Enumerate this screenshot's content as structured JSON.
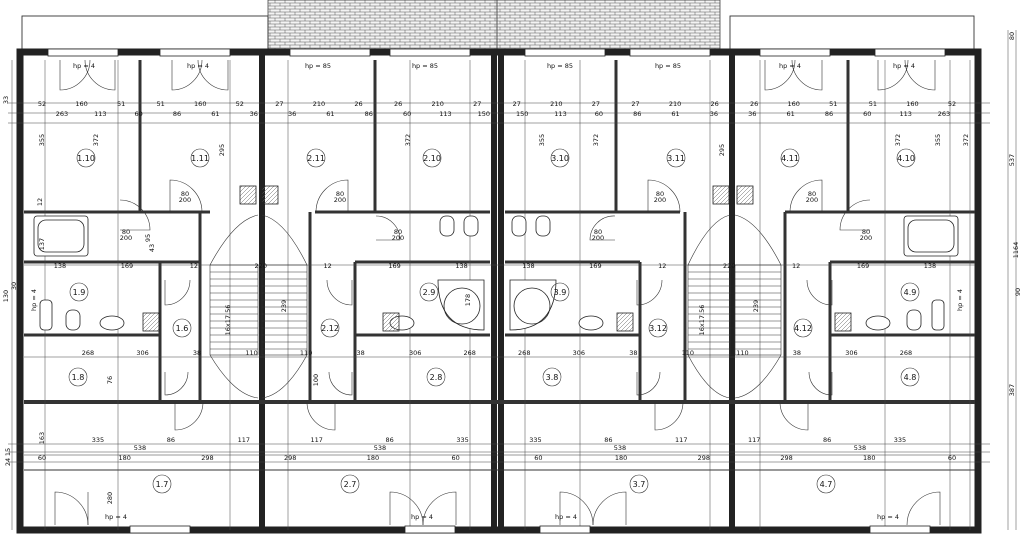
{
  "rooms": {
    "r1_10": "1.10",
    "r1_11": "1.11",
    "r2_11": "2.11",
    "r2_10": "2.10",
    "r3_10": "3.10",
    "r3_11": "3.11",
    "r4_11": "4.11",
    "r4_10": "4.10",
    "r1_9": "1.9",
    "r1_6": "1.6",
    "r2_12": "2.12",
    "r2_9": "2.9",
    "r3_9": "3.9",
    "r3_12": "3.12",
    "r4_12": "4.12",
    "r4_9": "4.9",
    "r1_8": "1.8",
    "r2_8": "2.8",
    "r3_8": "3.8",
    "r4_8": "4.8",
    "r1_7": "1.7",
    "r2_7": "2.7",
    "r3_7": "3.7",
    "r4_7": "4.7"
  },
  "window_marks": {
    "w1": "hp = 4",
    "w2": "hp = 4",
    "w3": "hp = 85",
    "w4": "hp = 85",
    "w5": "hp = 85",
    "w6": "hp = 85",
    "w7": "hp = 4",
    "w8": "hp = 4",
    "w9": "hp = 4",
    "w10": "hp = 4",
    "w11": "hp = 4",
    "w12": "hp = 4",
    "w13": "hp = 4",
    "w14": "hp = 4"
  },
  "dimensions": {
    "top_row_a": [
      "52",
      "160",
      "51",
      "51",
      "160",
      "52",
      "27",
      "210",
      "26",
      "26",
      "210",
      "27",
      "27",
      "210",
      "27",
      "27",
      "210",
      "26",
      "26",
      "160",
      "51",
      "51",
      "160",
      "52"
    ],
    "top_row_b": [
      "263",
      "113",
      "60",
      "86",
      "61",
      "36",
      "36",
      "61",
      "86",
      "60",
      "113",
      "150",
      "150",
      "113",
      "60",
      "86",
      "61",
      "36",
      "36",
      "61",
      "86",
      "60",
      "113",
      "263"
    ],
    "heights_top": [
      "355",
      "372",
      "295",
      "372",
      "355",
      "372",
      "295",
      "372",
      "355",
      "372"
    ],
    "door_sizes": [
      "80",
      "200",
      "80",
      "200",
      "80",
      "200",
      "80",
      "200",
      "80",
      "200",
      "80",
      "200",
      "80",
      "200",
      "80",
      "200"
    ],
    "mid_row": [
      "138",
      "169",
      "12",
      "220",
      "12",
      "169",
      "138",
      "138",
      "169",
      "12",
      "220",
      "12",
      "169",
      "138"
    ],
    "mid_row_2": [
      "268",
      "306",
      "38",
      "110",
      "110",
      "38",
      "306",
      "268",
      "268",
      "306",
      "38",
      "110",
      "110",
      "38",
      "306",
      "268"
    ],
    "bottom_row_a": [
      "335",
      "86",
      "117",
      "117",
      "86",
      "335",
      "335",
      "86",
      "117",
      "117",
      "86",
      "335"
    ],
    "bottom_row_b": [
      "538",
      "538",
      "538",
      "538"
    ],
    "bottom_row_c": [
      "60",
      "180",
      "298",
      "298",
      "180",
      "60",
      "60",
      "180",
      "298",
      "298",
      "180",
      "60"
    ],
    "stair": [
      "16x17.56",
      "239",
      "16x17.56",
      "239"
    ],
    "misc": [
      "43",
      "95",
      "137",
      "12",
      "76",
      "100",
      "280",
      "163",
      "15",
      "24",
      "30",
      "130",
      "90",
      "33",
      "80",
      "537",
      "387",
      "1164",
      "178"
    ]
  }
}
